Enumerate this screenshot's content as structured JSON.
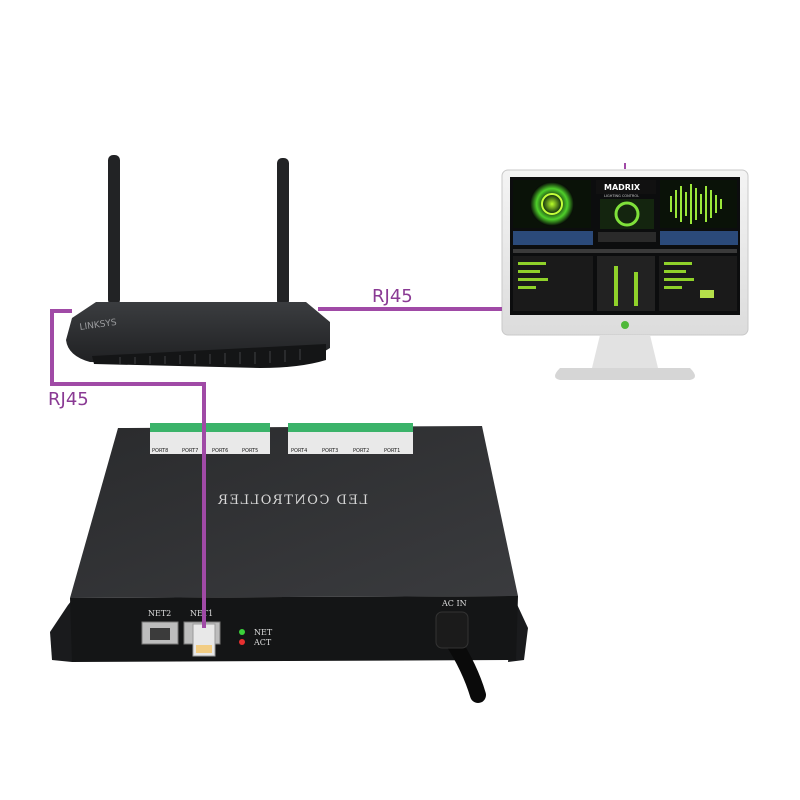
{
  "connections": {
    "router_to_pc_label": "RJ45",
    "router_to_controller_label": "RJ45",
    "cable_color": "#a04aa6"
  },
  "router": {
    "brand": "LINKSYS"
  },
  "monitor": {
    "brand": "MADRIX",
    "brand_subtitle": "LIGHTING CONTROL"
  },
  "controller": {
    "title": "LED CONTROLLER",
    "ports_top": [
      "PORT8",
      "PORT7",
      "PORT6",
      "PORT5",
      "PORT4",
      "PORT3",
      "PORT2",
      "PORT1"
    ],
    "net2_label": "NET2",
    "net1_label": "NET1",
    "led_net_label": "NET",
    "led_act_label": "ACT",
    "ac_label": "AC IN",
    "led_net_color": "#3ad13a",
    "led_act_color": "#e83030"
  }
}
